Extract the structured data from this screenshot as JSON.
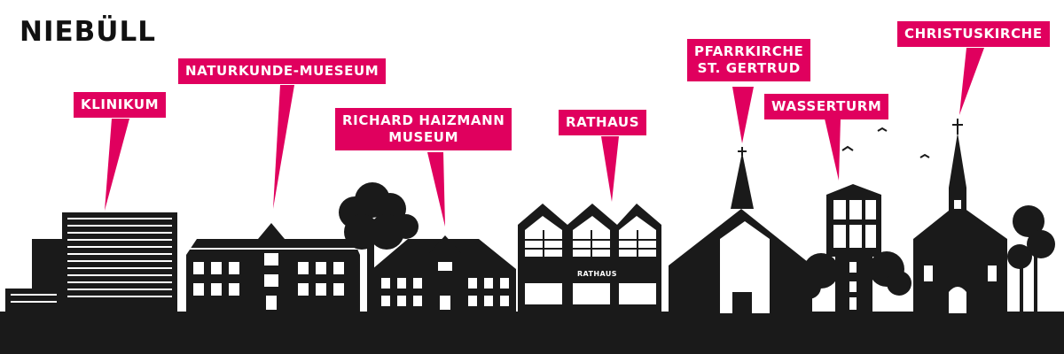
{
  "title": "NIEBÜLL",
  "labels": {
    "klinikum": "KLINIKUM",
    "naturkunde": "NATURKUNDE-MUESEUM",
    "haizmann_line1": "RICHARD HAIZMANN",
    "haizmann_line2": "MUSEUM",
    "rathaus": "RATHAUS",
    "pfarrkirche_line1": "PFARRKIRCHE",
    "pfarrkirche_line2": "ST. GERTRUD",
    "wasserturm": "WASSERTURM",
    "christuskirche": "CHRISTUSKIRCHE"
  },
  "building_signs": {
    "rathaus": "RATHAUS"
  },
  "colors": {
    "accent": "#e0005e",
    "silhouette": "#1a1a1a",
    "background": "#ffffff"
  }
}
